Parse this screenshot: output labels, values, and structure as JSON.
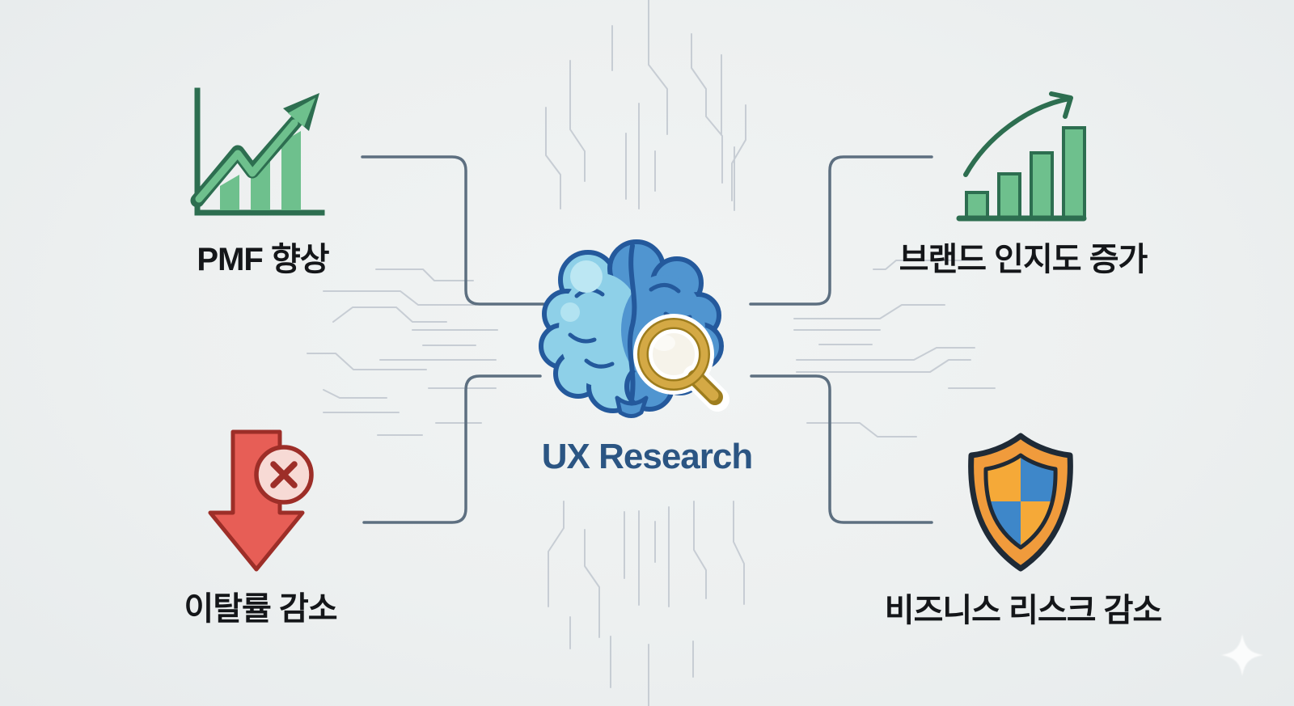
{
  "title": "UX Research benefits diagram",
  "center": {
    "label": "UX Research",
    "icon": "brain-magnifier-icon"
  },
  "nodes": [
    {
      "position": "top-left",
      "label": "PMF 향상",
      "icon": "growth-chart-icon"
    },
    {
      "position": "top-right",
      "label": "브랜드 인지도 증가",
      "icon": "rising-bar-chart-icon"
    },
    {
      "position": "bottom-left",
      "label": "이탈률 감소",
      "icon": "down-arrow-error-icon"
    },
    {
      "position": "bottom-right",
      "label": "비즈니스 리스크 감소",
      "icon": "shield-icon"
    }
  ],
  "colors": {
    "bg": "#edf0f0",
    "trace": "#c7cdd4",
    "connector": "#5d6f80",
    "ink": "#141619",
    "navy": "#2b5583",
    "green": "#6ec08d",
    "greenDark": "#2d6e50",
    "red": "#e75e56",
    "redDark": "#9d2e28",
    "redPale": "#f7dad5",
    "brainBlue": "#5095d0",
    "brainLight": "#8ed0e8",
    "brainHi": "#bce7f3",
    "brainOutline": "#24599c",
    "gold": "#d4a945",
    "goldDark": "#9e7d1e",
    "glass": "#f6f3ea",
    "orange": "#f09b3c",
    "orangeIn": "#f5a938",
    "shieldBlue": "#3e87c9",
    "shieldOutline": "#1f2a36",
    "sparkle": "#ffffff"
  }
}
